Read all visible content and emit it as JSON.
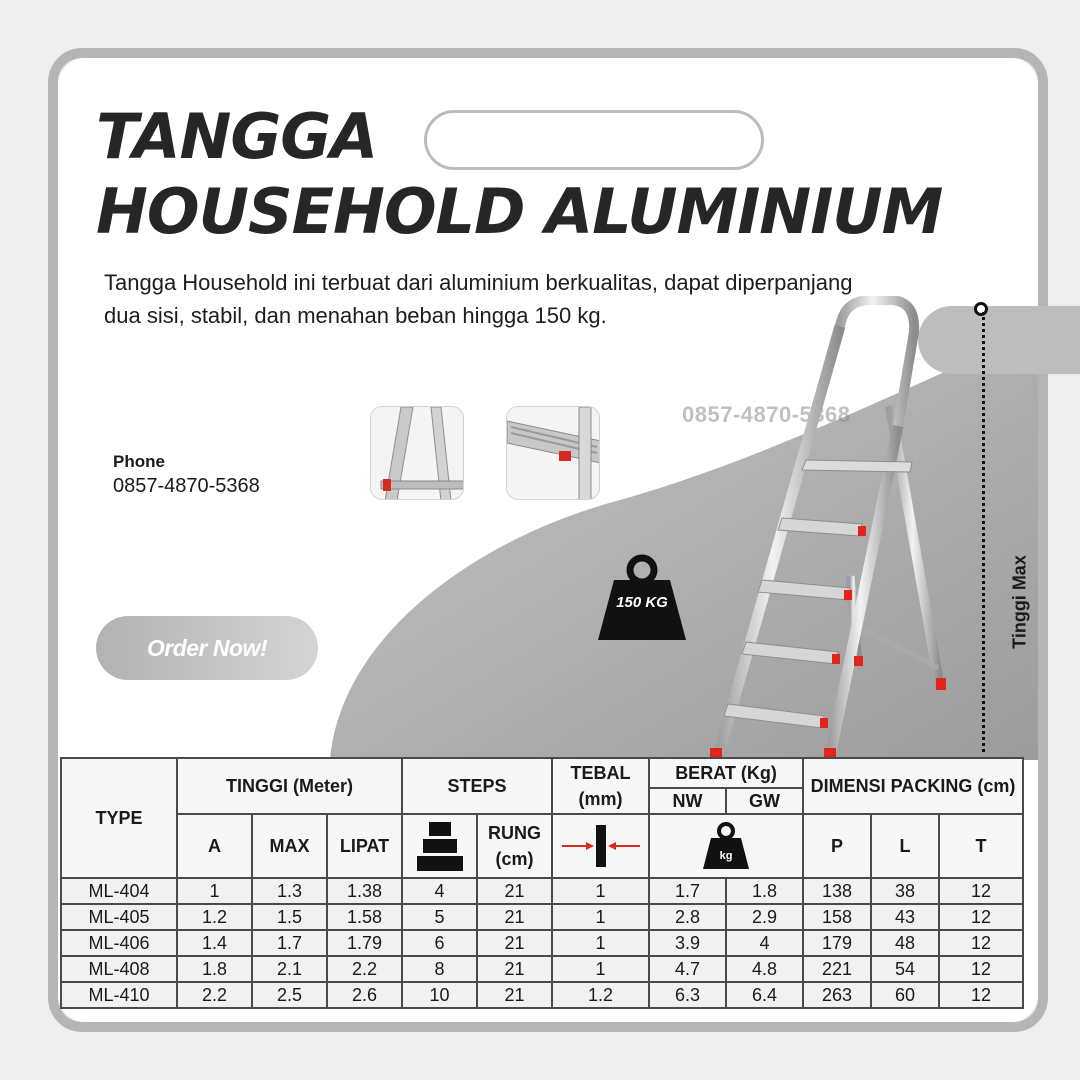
{
  "title_line1": "TANGGA",
  "title_line2": "HOUSEHOLD ALUMINIUM",
  "description": "Tangga Household ini terbuat dari aluminium berkualitas, dapat diperpanjang dua sisi, stabil, dan menahan beban hingga 150 kg.",
  "contact": {
    "label": "Phone",
    "number": "0857-4870-5368"
  },
  "watermark": "0857-4870-5368",
  "order_button": "Order Now!",
  "weight_badge": "150 KG",
  "height_label": "Tinggi Max",
  "colors": {
    "accent_gray": "#b9b9b9",
    "text_dark": "#262626",
    "ladder_red": "#e0261b"
  },
  "icons": [
    "weight-icon",
    "ladder-icon",
    "steps-icon",
    "thickness-icon",
    "kg-weight-icon"
  ],
  "table": {
    "type_header": "TYPE",
    "tinggi_header": "TINGGI (Meter)",
    "steps_header": "STEPS",
    "tebal_header": "TEBAL (mm)",
    "berat_header": "BERAT (Kg)",
    "dimensi_header": "DIMENSI PACKING (cm)",
    "sub": {
      "a": "A",
      "max": "MAX",
      "lipat": "LIPAT",
      "rung": "RUNG (cm)",
      "nw": "NW",
      "gw": "GW",
      "p": "P",
      "l": "L",
      "t": "T"
    },
    "rows": [
      [
        "ML-404",
        "1",
        "1.3",
        "1.38",
        "4",
        "21",
        "1",
        "1.7",
        "1.8",
        "138",
        "38",
        "12"
      ],
      [
        "ML-405",
        "1.2",
        "1.5",
        "1.58",
        "5",
        "21",
        "1",
        "2.8",
        "2.9",
        "158",
        "43",
        "12"
      ],
      [
        "ML-406",
        "1.4",
        "1.7",
        "1.79",
        "6",
        "21",
        "1",
        "3.9",
        "4",
        "179",
        "48",
        "12"
      ],
      [
        "ML-408",
        "1.8",
        "2.1",
        "2.2",
        "8",
        "21",
        "1",
        "4.7",
        "4.8",
        "221",
        "54",
        "12"
      ],
      [
        "ML-410",
        "2.2",
        "2.5",
        "2.6",
        "10",
        "21",
        "1.2",
        "6.3",
        "6.4",
        "263",
        "60",
        "12"
      ]
    ]
  }
}
